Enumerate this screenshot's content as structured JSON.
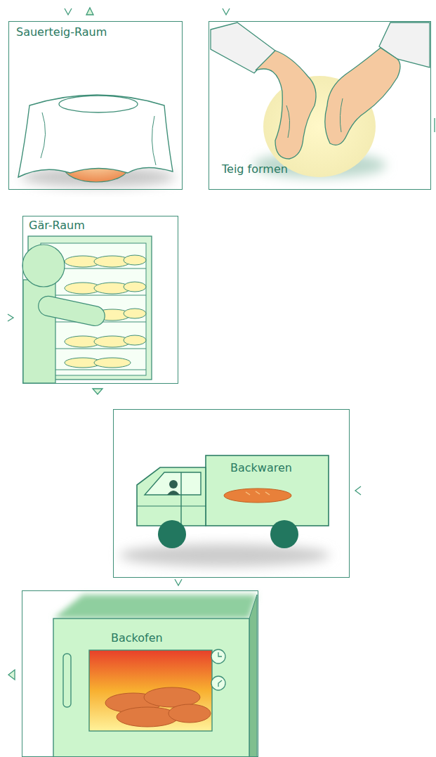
{
  "diagram": {
    "nodes": [
      {
        "text": [
          "Sauerteig-Raum"
        ]
      },
      {
        "text": [
          "Teig formen"
        ]
      },
      {
        "text": [
          "Gär-Raum"
        ]
      },
      {
        "text": [
          "Backwaren"
        ]
      },
      {
        "text": [
          "Backofen"
        ]
      }
    ]
  }
}
